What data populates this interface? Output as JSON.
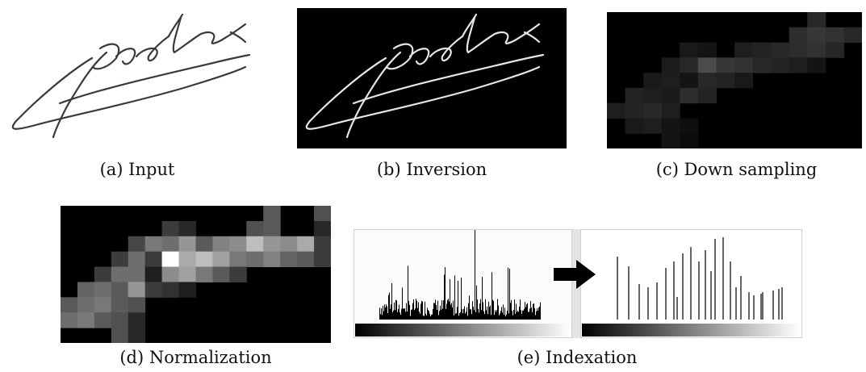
{
  "figure": {
    "captions": {
      "a": "(a) Input",
      "b": "(b) Inversion",
      "c": "(c) Down sampling",
      "d": "(d) Normalization",
      "e": "(e) Indexation"
    },
    "colors": {
      "background": "#ffffff",
      "ink_dark": "#333333",
      "ink_light": "#e6e6e6",
      "panel_black": "#000000",
      "histogram_frame": "#d9d9d9",
      "arrow": "#000000"
    }
  }
}
